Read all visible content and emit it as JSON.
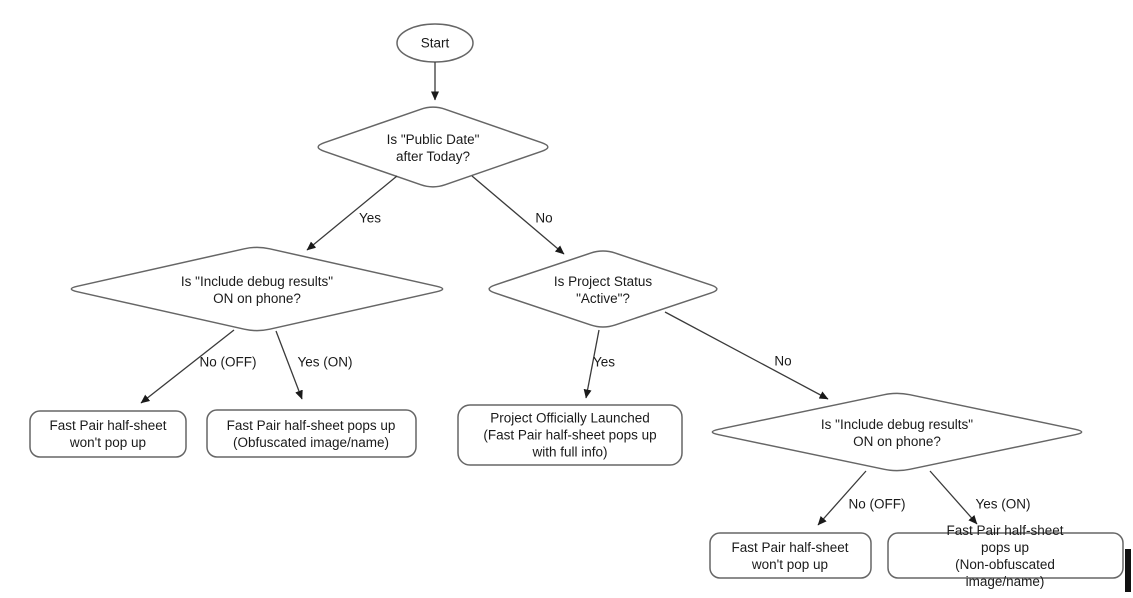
{
  "nodes": {
    "start": "Start",
    "q_public_date": "Is \"Public Date\"\nafter Today?",
    "q_debug_left": "Is \"Include debug results\"\nON on phone?",
    "q_status": "Is Project Status\n\"Active\"?",
    "q_debug_right": "Is \"Include debug results\"\nON on phone?",
    "result_no_popup_left": "Fast Pair half-sheet\nwon't pop up",
    "result_obfuscated": "Fast Pair half-sheet pops up\n(Obfuscated image/name)",
    "result_launched": "Project Officially Launched\n(Fast Pair half-sheet pops up\nwith full info)",
    "result_no_popup_right": "Fast Pair half-sheet\nwon't pop up",
    "result_non_obfuscated": "Fast Pair half-sheet pops up\n(Non-obfuscated image/name)"
  },
  "edge_labels": {
    "public_date_yes": "Yes",
    "public_date_no": "No",
    "debug_left_no": "No (OFF)",
    "debug_left_yes": "Yes (ON)",
    "status_yes": "Yes",
    "status_no": "No",
    "debug_right_no": "No (OFF)",
    "debug_right_yes": "Yes (ON)"
  },
  "colors": {
    "shape_stroke": "#666666",
    "arrow_stroke": "#3a3a3a",
    "arrowhead_fill": "#1a1a1a",
    "text": "#1a1a1a",
    "background": "#ffffff",
    "cursor_bar": "#111111"
  }
}
